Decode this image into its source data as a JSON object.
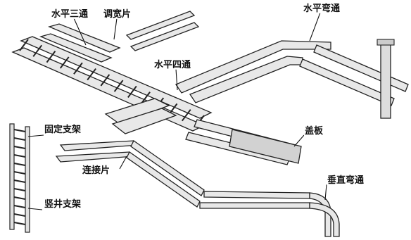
{
  "labels": {
    "horizontal_tee": "水平三通",
    "width_adjust_plate": "调宽片",
    "horizontal_elbow": "水平弯通",
    "horizontal_cross": "水平四通",
    "fixed_bracket": "固定支架",
    "cover_plate": "盖板",
    "connecting_plate": "连接片",
    "vertical_elbow": "垂直弯通",
    "shaft_bracket": "竖井支架"
  }
}
